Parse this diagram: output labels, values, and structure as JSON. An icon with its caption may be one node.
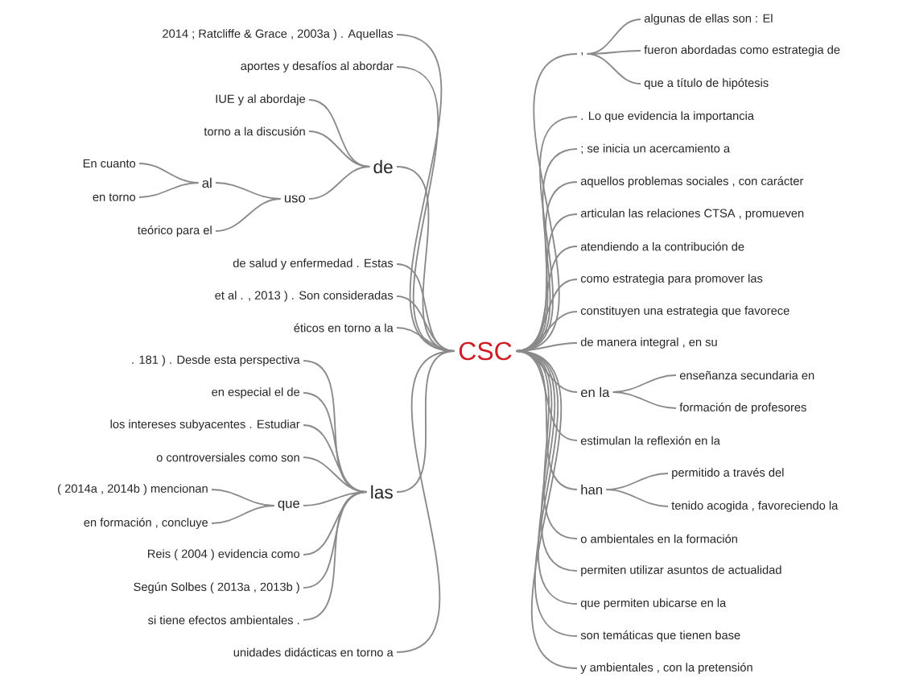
{
  "diagram": {
    "nodes": [
      {
        "text": [
          "CSC"
        ]
      },
      {
        "text": [
          "2014 ; Ratcliffe & Grace , 2003a ) . Aquellas"
        ]
      },
      {
        "text": [
          "aportes y desafíos al abordar"
        ]
      },
      {
        "text": [
          "de"
        ]
      },
      {
        "text": [
          "IUE y al abordaje"
        ]
      },
      {
        "text": [
          "torno a la discusión"
        ]
      },
      {
        "text": [
          "uso"
        ]
      },
      {
        "text": [
          "al"
        ]
      },
      {
        "text": [
          "En cuanto"
        ]
      },
      {
        "text": [
          "en torno"
        ]
      },
      {
        "text": [
          "teórico para el"
        ]
      },
      {
        "text": [
          "de salud y enfermedad . Estas"
        ]
      },
      {
        "text": [
          "et al . , 2013 ) . Son consideradas"
        ]
      },
      {
        "text": [
          "éticos en torno a la"
        ]
      },
      {
        "text": [
          "las"
        ]
      },
      {
        "text": [
          ". 181 ) . Desde esta perspectiva"
        ]
      },
      {
        "text": [
          "en especial el de"
        ]
      },
      {
        "text": [
          "los intereses subyacentes . Estudiar"
        ]
      },
      {
        "text": [
          "o controversiales como son"
        ]
      },
      {
        "text": [
          "que"
        ]
      },
      {
        "text": [
          "( 2014a , 2014b ) mencionan"
        ]
      },
      {
        "text": [
          "en formación , concluye"
        ]
      },
      {
        "text": [
          "Reis ( 2004 ) evidencia como"
        ]
      },
      {
        "text": [
          "Según Solbes ( 2013a , 2013b )"
        ]
      },
      {
        "text": [
          "si tiene efectos ambientales ."
        ]
      },
      {
        "text": [
          "unidades didácticas en torno a"
        ]
      },
      {
        "text": [
          ","
        ]
      },
      {
        "text": [
          "algunas de ellas son : El"
        ]
      },
      {
        "text": [
          "fueron abordadas como estrategia de"
        ]
      },
      {
        "text": [
          "que a título de hipótesis"
        ]
      },
      {
        "text": [
          ". Lo que evidencia la importancia"
        ]
      },
      {
        "text": [
          "; se inicia un acercamiento a"
        ]
      },
      {
        "text": [
          "aquellos problemas sociales , con carácter"
        ]
      },
      {
        "text": [
          "articulan las relaciones CTSA , promueven"
        ]
      },
      {
        "text": [
          "atendiendo a la contribución de"
        ]
      },
      {
        "text": [
          "como estrategia para promover las"
        ]
      },
      {
        "text": [
          "constituyen una estrategia que favorece"
        ]
      },
      {
        "text": [
          "de manera integral , en su"
        ]
      },
      {
        "text": [
          "en la"
        ]
      },
      {
        "text": [
          "enseñanza secundaria en"
        ]
      },
      {
        "text": [
          "formación de profesores"
        ]
      },
      {
        "text": [
          "estimulan la reflexión en la"
        ]
      },
      {
        "text": [
          "han"
        ]
      },
      {
        "text": [
          "permitido a través del"
        ]
      },
      {
        "text": [
          "tenido acogida , favoreciendo la"
        ]
      },
      {
        "text": [
          "o ambientales en la formación"
        ]
      },
      {
        "text": [
          "permiten utilizar asuntos de actualidad"
        ]
      },
      {
        "text": [
          "que permiten ubicarse en la"
        ]
      },
      {
        "text": [
          "son temáticas que tienen base"
        ]
      },
      {
        "text": [
          "y ambientales , con la pretensión"
        ]
      }
    ],
    "edges": [
      {
        "from": 0,
        "to": 1,
        "arrow": "none"
      },
      {
        "from": 0,
        "to": 2,
        "arrow": "none"
      },
      {
        "from": 0,
        "to": 3,
        "arrow": "none"
      },
      {
        "from": 3,
        "to": 4,
        "arrow": "none"
      },
      {
        "from": 3,
        "to": 5,
        "arrow": "none"
      },
      {
        "from": 3,
        "to": 6,
        "arrow": "none"
      },
      {
        "from": 6,
        "to": 7,
        "arrow": "none"
      },
      {
        "from": 7,
        "to": 8,
        "arrow": "none"
      },
      {
        "from": 7,
        "to": 9,
        "arrow": "none"
      },
      {
        "from": 6,
        "to": 10,
        "arrow": "none"
      },
      {
        "from": 0,
        "to": 11,
        "arrow": "none"
      },
      {
        "from": 0,
        "to": 12,
        "arrow": "none"
      },
      {
        "from": 0,
        "to": 13,
        "arrow": "none"
      },
      {
        "from": 0,
        "to": 14,
        "arrow": "none"
      },
      {
        "from": 14,
        "to": 15,
        "arrow": "none"
      },
      {
        "from": 14,
        "to": 16,
        "arrow": "none"
      },
      {
        "from": 14,
        "to": 17,
        "arrow": "none"
      },
      {
        "from": 14,
        "to": 18,
        "arrow": "none"
      },
      {
        "from": 14,
        "to": 19,
        "arrow": "none"
      },
      {
        "from": 19,
        "to": 20,
        "arrow": "none"
      },
      {
        "from": 19,
        "to": 21,
        "arrow": "none"
      },
      {
        "from": 14,
        "to": 22,
        "arrow": "none"
      },
      {
        "from": 14,
        "to": 23,
        "arrow": "none"
      },
      {
        "from": 14,
        "to": 24,
        "arrow": "none"
      },
      {
        "from": 0,
        "to": 25,
        "arrow": "none"
      },
      {
        "from": 0,
        "to": 26,
        "arrow": "none"
      },
      {
        "from": 26,
        "to": 27,
        "arrow": "none"
      },
      {
        "from": 26,
        "to": 28,
        "arrow": "none"
      },
      {
        "from": 26,
        "to": 29,
        "arrow": "none"
      },
      {
        "from": 0,
        "to": 30,
        "arrow": "none"
      },
      {
        "from": 0,
        "to": 31,
        "arrow": "none"
      },
      {
        "from": 0,
        "to": 32,
        "arrow": "none"
      },
      {
        "from": 0,
        "to": 33,
        "arrow": "none"
      },
      {
        "from": 0,
        "to": 34,
        "arrow": "none"
      },
      {
        "from": 0,
        "to": 35,
        "arrow": "none"
      },
      {
        "from": 0,
        "to": 36,
        "arrow": "none"
      },
      {
        "from": 0,
        "to": 37,
        "arrow": "none"
      },
      {
        "from": 0,
        "to": 38,
        "arrow": "none"
      },
      {
        "from": 38,
        "to": 39,
        "arrow": "none"
      },
      {
        "from": 38,
        "to": 40,
        "arrow": "none"
      },
      {
        "from": 0,
        "to": 41,
        "arrow": "none"
      },
      {
        "from": 0,
        "to": 42,
        "arrow": "none"
      },
      {
        "from": 42,
        "to": 43,
        "arrow": "none"
      },
      {
        "from": 42,
        "to": 44,
        "arrow": "none"
      },
      {
        "from": 0,
        "to": 45,
        "arrow": "none"
      },
      {
        "from": 0,
        "to": 46,
        "arrow": "none"
      },
      {
        "from": 0,
        "to": 47,
        "arrow": "none"
      },
      {
        "from": 0,
        "to": 48,
        "arrow": "none"
      },
      {
        "from": 0,
        "to": 49,
        "arrow": "none"
      }
    ]
  }
}
